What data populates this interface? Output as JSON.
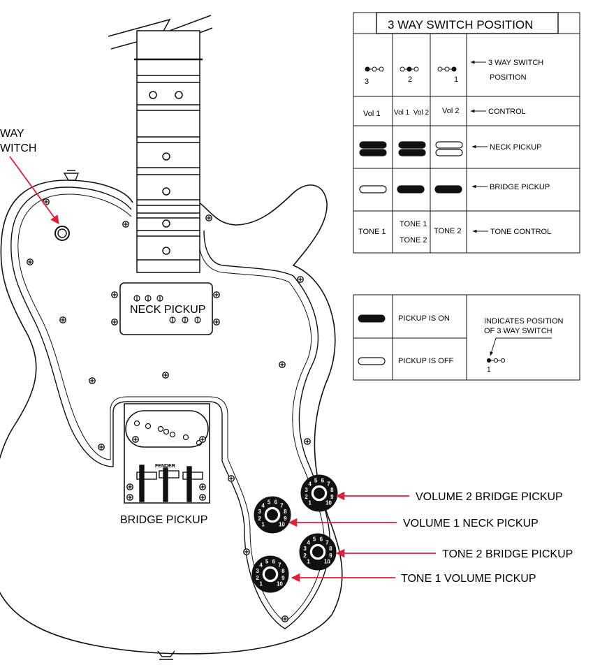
{
  "switch_label": [
    "WAY",
    "WITCH"
  ],
  "neck_pickup_label": "NECK PICKUP",
  "bridge_pickup_label": "BRIDGE PICKUP",
  "bridge_brand": "FENDER",
  "callouts": [
    "VOLUME 2 BRIDGE PICKUP",
    "VOLUME 1 NECK PICKUP",
    "TONE 2 BRIDGE PICKUP",
    "TONE 1 VOLUME PICKUP"
  ],
  "knob_numbers": [
    "1",
    "2",
    "3",
    "4",
    "5",
    "6",
    "7",
    "8",
    "9",
    "10"
  ],
  "colors": {
    "callout_arrow": "#e0203a",
    "line": "#111111"
  },
  "table": {
    "title": "3 WAY SWITCH POSITION",
    "positions": [
      "3",
      "2",
      "1"
    ],
    "position_label": [
      "3 WAY SWITCH",
      "POSITION"
    ],
    "controls": [
      "Vol 1",
      "Vol 1  Vol 2",
      "Vol 2"
    ],
    "control_label": "CONTROL",
    "neck_label": "NECK PICKUP",
    "bridge_label": "BRIDGE PICKUP",
    "tones": [
      "TONE 1",
      "TONE 1",
      "TONE 2",
      "TONE 2"
    ],
    "tone_label": "TONE CONTROL"
  },
  "legend": {
    "on": "PICKUP IS ON",
    "off": "PICKUP IS OFF",
    "indicates": [
      "INDICATES POSITION",
      "OF 3 WAY SWITCH"
    ],
    "position_number": "1"
  }
}
